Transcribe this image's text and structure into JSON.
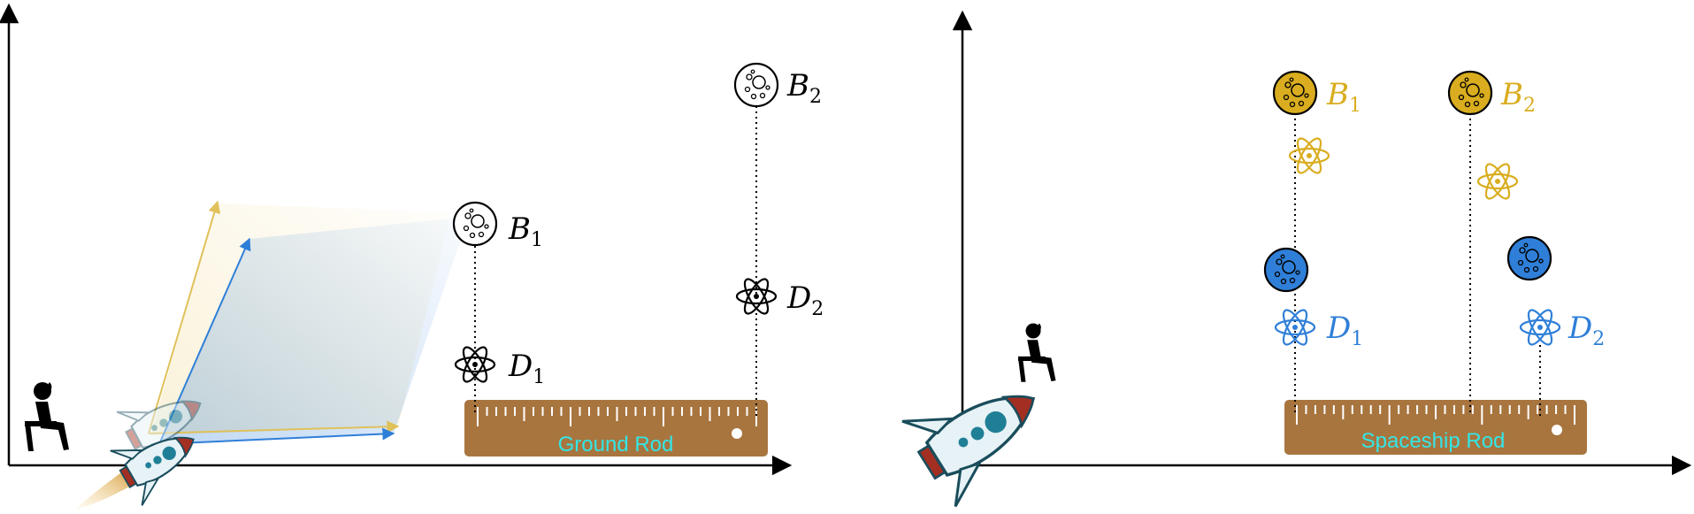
{
  "colors": {
    "axis": "#000000",
    "rod": "#a8753f",
    "rod_text": "#33e6e6",
    "gold": "#d9ad1f",
    "blue": "#2f7fd8",
    "rocket_red": "#a32e22",
    "rocket_body": "#e6f2f5",
    "rocket_window": "#1f7f96",
    "flame": "#d9a042"
  },
  "icons": {
    "clock": "clock-icon",
    "atom": "atom-icon",
    "observer": "seated-observer-icon",
    "rocket": "rocket-icon"
  },
  "left_panel": {
    "rod_label": "Ground Rod",
    "b1": {
      "base": "B",
      "sub": "1"
    },
    "b2": {
      "base": "B",
      "sub": "2"
    },
    "d1": {
      "base": "D",
      "sub": "1"
    },
    "d2": {
      "base": "D",
      "sub": "2"
    }
  },
  "right_panel": {
    "rod_label": "Spaceship Rod",
    "b1": {
      "base": "B",
      "sub": "1"
    },
    "b2": {
      "base": "B",
      "sub": "2"
    },
    "d1": {
      "base": "D",
      "sub": "1"
    },
    "d2": {
      "base": "D",
      "sub": "2"
    }
  }
}
